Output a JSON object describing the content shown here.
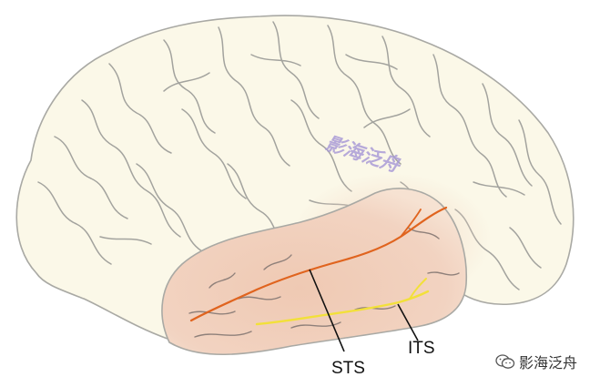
{
  "labels": {
    "sts": "STS",
    "its": "ITS"
  },
  "watermark": {
    "center_text": "影海泛舟",
    "corner_text": "影海泛舟",
    "corner_icon": "wechat-icon"
  },
  "colors": {
    "brain_fill": "#fbf8e8",
    "brain_stroke": "#a9a9a4",
    "temporal_fill": "#f0cdb9",
    "sts_line": "#e0641f",
    "its_line": "#f2e03a",
    "pointer": "#111111",
    "watermark": "#a99bd6"
  }
}
